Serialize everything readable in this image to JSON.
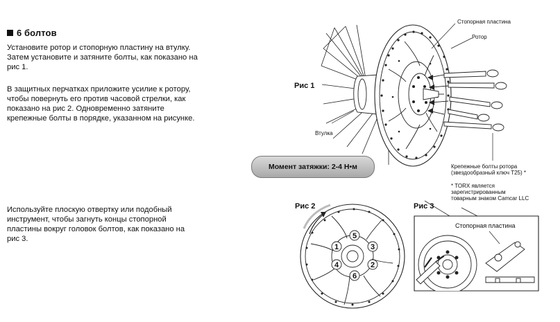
{
  "section": {
    "heading": "6 болтов"
  },
  "paragraphs": {
    "p1": "Установите ротор и стопорную пластину на втулку.\nЗатем установите и затяните болты, как показано на\nрис 1.",
    "p2": "В защитных перчатках приложите усилие к ротору,\nчтобы повернуть его против часовой стрелки, как\nпоказано на рис 2. Одновременно затяните\nкрепежные болты в порядке, указанном на рисунке.",
    "p3": "Используйте плоскую отвертку или подобный\nинструмент, чтобы загнуть концы стопорной\nпластины вокруг головок болтов, как показано на\nрис 3."
  },
  "figure1": {
    "label": "Рис 1",
    "lock_plate": "Стопорная пластина",
    "rotor": "Ротор",
    "hub": "Втулка",
    "bolts": "Крепежные болты ротора\n(звездообразный ключ T25) *",
    "torx_note": "* TORX является\nзарегистрированным\nтоварным знаком Camcar LLC"
  },
  "torque": {
    "label": "Момент затяжки: 2-4 Н•м"
  },
  "figure2": {
    "label": "Рис 2",
    "order": [
      "1",
      "2",
      "3",
      "4",
      "5",
      "6"
    ]
  },
  "figure3": {
    "label": "Рис 3",
    "lock_plate": "Стопорная пластина"
  }
}
